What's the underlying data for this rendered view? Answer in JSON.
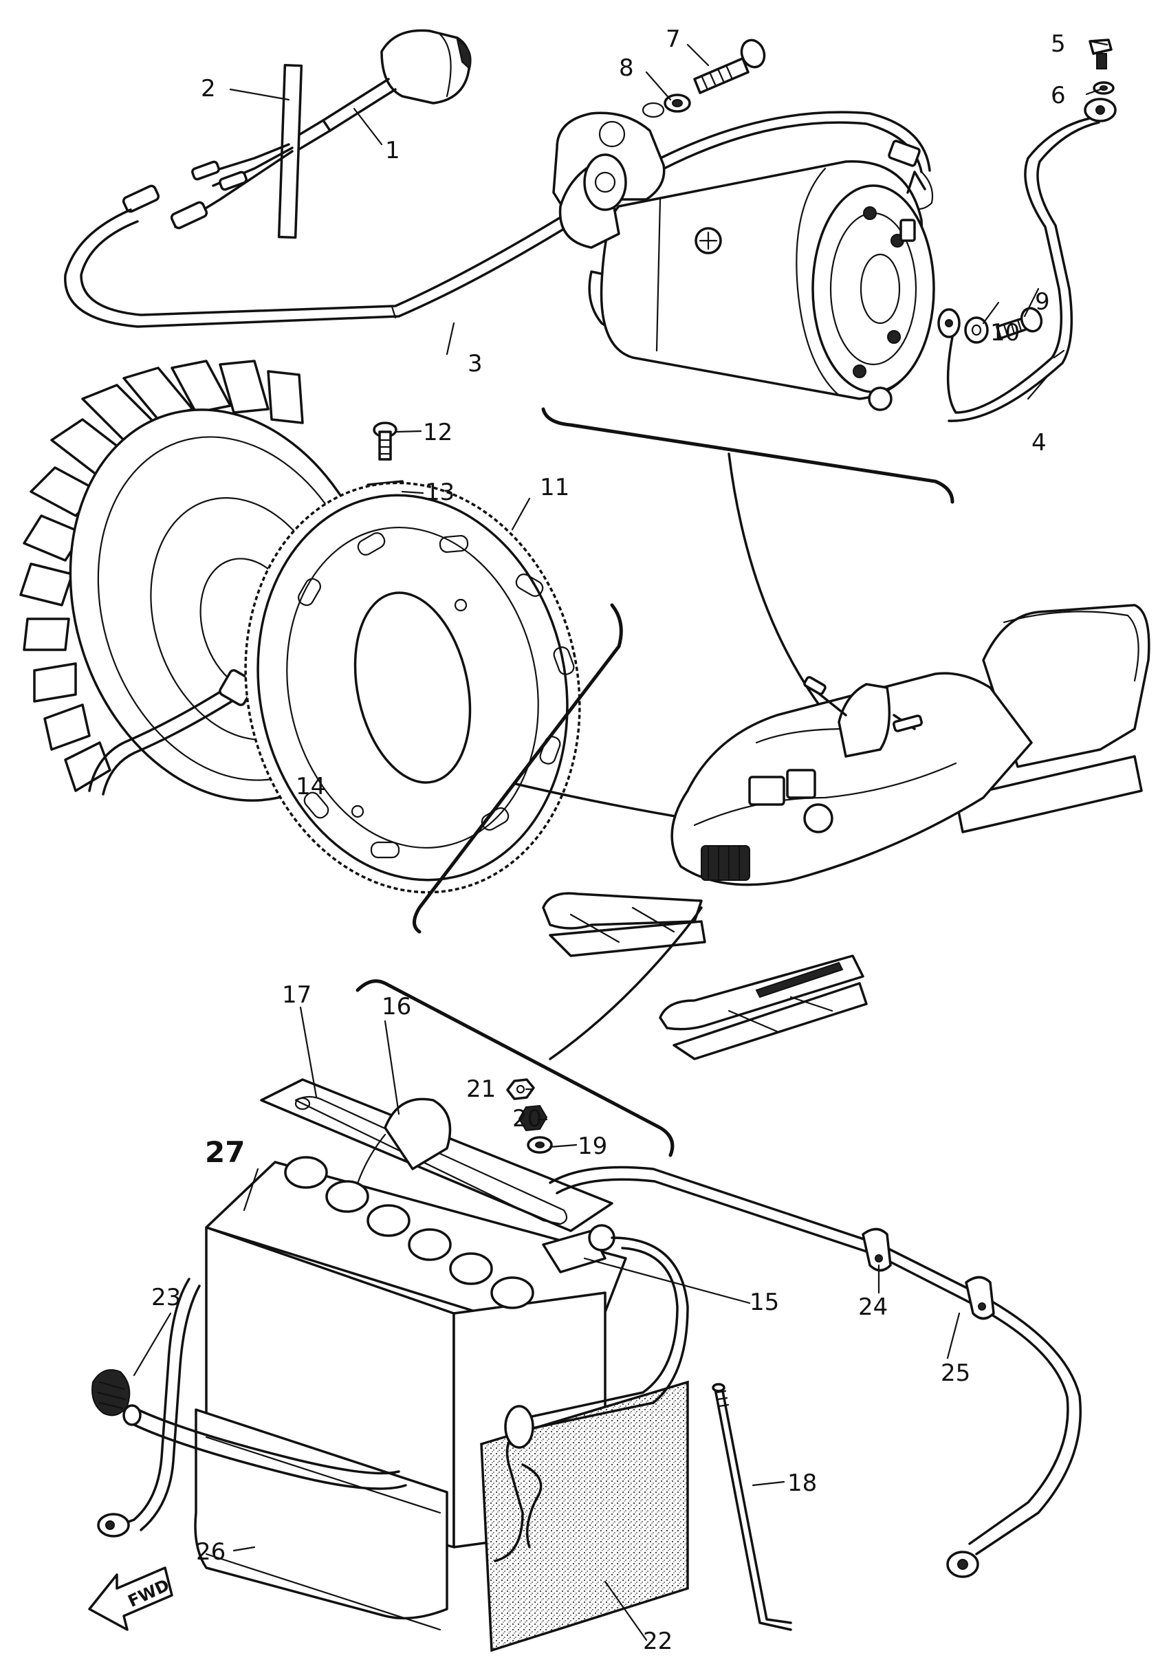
{
  "diagram": {
    "callouts": [
      {
        "id": "p1",
        "label": "1"
      },
      {
        "id": "p2",
        "label": "2"
      },
      {
        "id": "p3",
        "label": "3"
      },
      {
        "id": "p4",
        "label": "4"
      },
      {
        "id": "p5",
        "label": "5"
      },
      {
        "id": "p6",
        "label": "6"
      },
      {
        "id": "p7",
        "label": "7"
      },
      {
        "id": "p8",
        "label": "8"
      },
      {
        "id": "p9",
        "label": "9"
      },
      {
        "id": "p10",
        "label": "10"
      },
      {
        "id": "p11",
        "label": "11"
      },
      {
        "id": "p12",
        "label": "12"
      },
      {
        "id": "p13",
        "label": "13"
      },
      {
        "id": "p14",
        "label": "14"
      },
      {
        "id": "p15",
        "label": "15"
      },
      {
        "id": "p16",
        "label": "16"
      },
      {
        "id": "p17",
        "label": "17"
      },
      {
        "id": "p18",
        "label": "18"
      },
      {
        "id": "p19",
        "label": "19"
      },
      {
        "id": "p20",
        "label": "20"
      },
      {
        "id": "p21",
        "label": "21"
      },
      {
        "id": "p22",
        "label": "22"
      },
      {
        "id": "p23",
        "label": "23"
      },
      {
        "id": "p24",
        "label": "24"
      },
      {
        "id": "p25",
        "label": "25"
      },
      {
        "id": "p26",
        "label": "26"
      },
      {
        "id": "p27",
        "label": "27"
      }
    ],
    "direction_marker": "FWD"
  }
}
